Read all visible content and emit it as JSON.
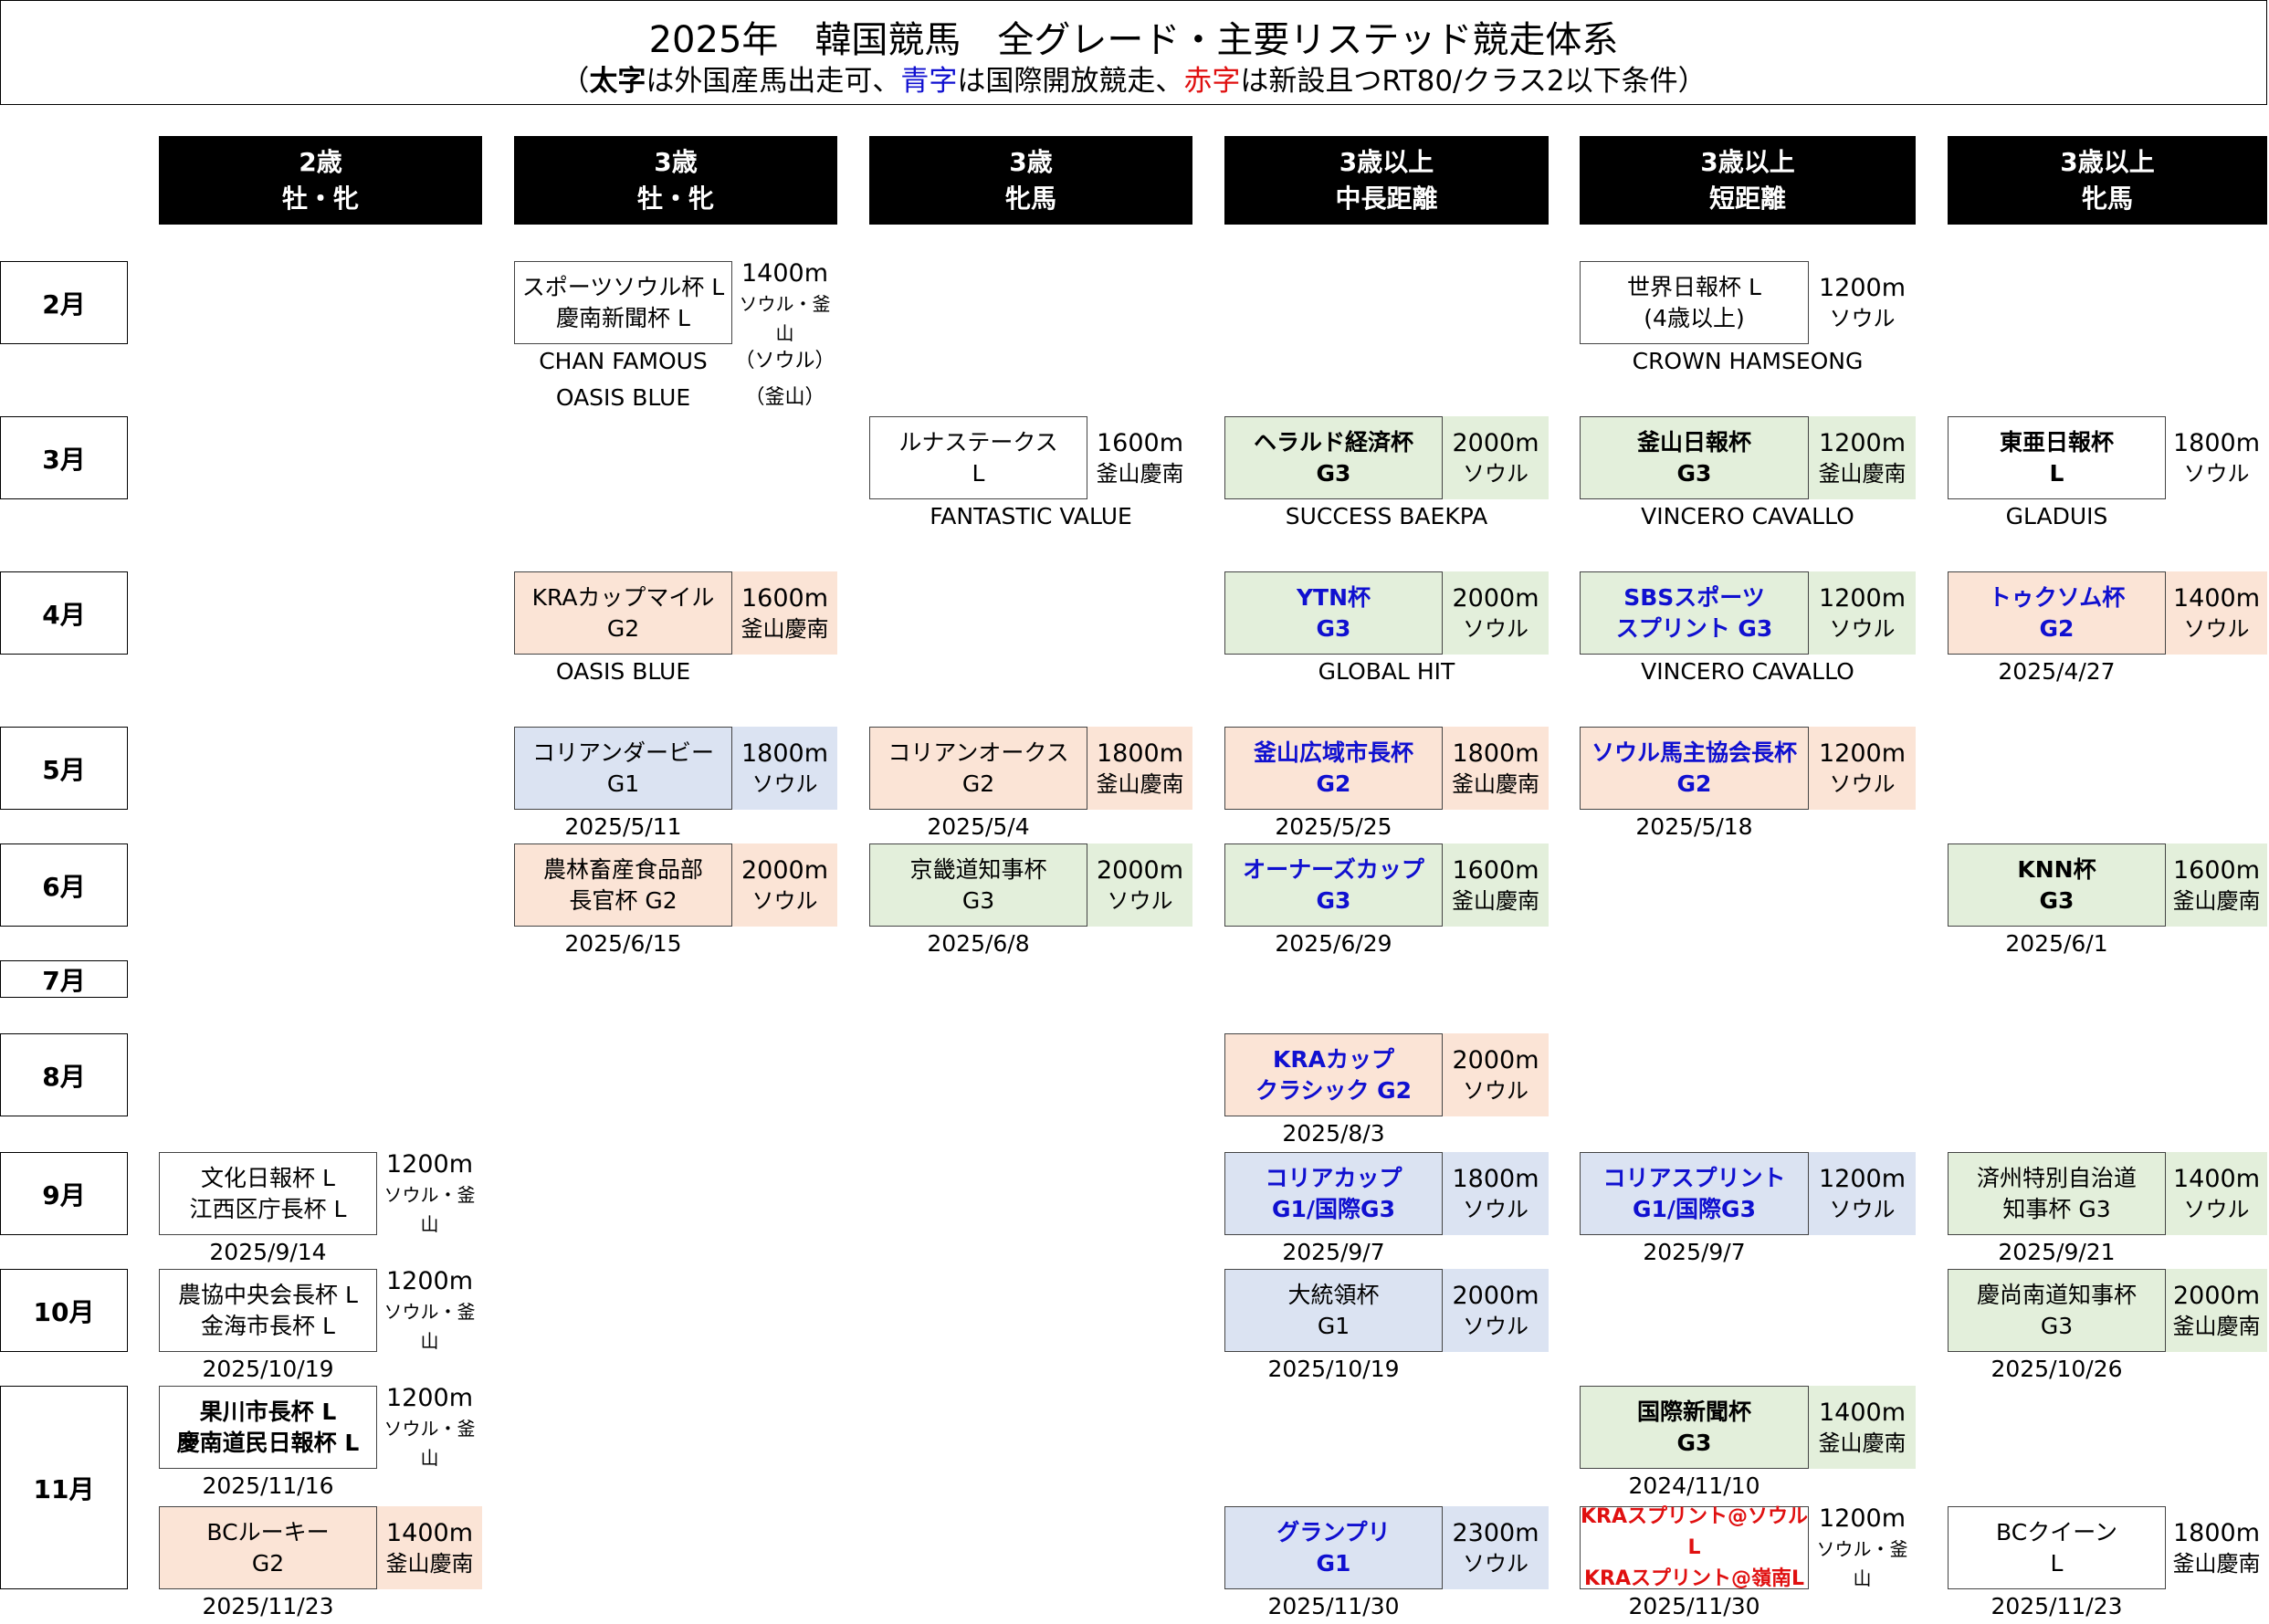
{
  "title": {
    "main": "2025年　韓国競馬　全グレード・主要リステッド競走体系",
    "sub_open": "（",
    "sub_bold": "太字",
    "sub_t1": "は外国産馬出走可、",
    "sub_blue": "青字",
    "sub_t2": "は国際開放競走、",
    "sub_red": "赤字",
    "sub_t3": "は新設且つRT80/クラス2以下条件）"
  },
  "columns": [
    {
      "l1": "2歳",
      "l2": "牡・牝"
    },
    {
      "l1": "3歳",
      "l2": "牡・牝"
    },
    {
      "l1": "3歳",
      "l2": "牝馬"
    },
    {
      "l1": "3歳以上",
      "l2": "中長距離"
    },
    {
      "l1": "3歳以上",
      "l2": "短距離"
    },
    {
      "l1": "3歳以上",
      "l2": "牝馬"
    }
  ],
  "months": [
    "2月",
    "3月",
    "4月",
    "5月",
    "6月",
    "7月",
    "8月",
    "9月",
    "10月",
    "11月"
  ],
  "races": [
    {
      "l1": "スポーツソウル杯 L",
      "l2": "慶南新聞杯 L",
      "d1": "1400m",
      "d2": "ソウル・釜山",
      "below": "",
      "color": "#ffffff"
    },
    {
      "l1": "世界日報杯 L",
      "l2": "(4歳以上)",
      "d1": "1200m",
      "d2": "ソウル",
      "below": "CROWN HAMSEONG",
      "color": "#ffffff"
    },
    {
      "l1": "ルナステークス",
      "l2": "L",
      "d1": "1600m",
      "d2": "釜山慶南",
      "below": "FANTASTIC VALUE",
      "color": "#ffffff"
    },
    {
      "l1": "ヘラルド経済杯",
      "l2": "G3",
      "d1": "2000m",
      "d2": "ソウル",
      "below": "SUCCESS BAEKPA",
      "color": "#e3efdb"
    },
    {
      "l1": "釜山日報杯",
      "l2": "G3",
      "d1": "1200m",
      "d2": "釜山慶南",
      "below": "VINCERO CAVALLO",
      "color": "#e3efdb"
    },
    {
      "l1": "東亜日報杯",
      "l2": "L",
      "d1": "1800m",
      "d2": "ソウル",
      "below": "GLADUIS",
      "color": "#ffffff"
    },
    {
      "l1": "KRAカップマイル",
      "l2": "G2",
      "d1": "1600m",
      "d2": "釜山慶南",
      "below": "OASIS BLUE",
      "color": "#fbe4d6"
    },
    {
      "l1": "YTN杯",
      "l2": "G3",
      "d1": "2000m",
      "d2": "ソウル",
      "below": "GLOBAL HIT",
      "color": "#e3efdb"
    },
    {
      "l1": "SBSスポーツ",
      "l2": "スプリント G3",
      "d1": "1200m",
      "d2": "ソウル",
      "below": "VINCERO CAVALLO",
      "color": "#e3efdb"
    },
    {
      "l1": "トゥクソム杯",
      "l2": "G2",
      "d1": "1400m",
      "d2": "ソウル",
      "below": "2025/4/27",
      "color": "#fbe4d6"
    },
    {
      "l1": "コリアンダービー",
      "l2": "G1",
      "d1": "1800m",
      "d2": "ソウル",
      "below": "2025/5/11",
      "color": "#dbe3f2"
    },
    {
      "l1": "コリアンオークス",
      "l2": "G2",
      "d1": "1800m",
      "d2": "釜山慶南",
      "below": "2025/5/4",
      "color": "#fbe4d6"
    },
    {
      "l1": "釜山広域市長杯",
      "l2": "G2",
      "d1": "1800m",
      "d2": "釜山慶南",
      "below": "2025/5/25",
      "color": "#fbe4d6"
    },
    {
      "l1": "ソウル馬主協会長杯",
      "l2": "G2",
      "d1": "1200m",
      "d2": "ソウル",
      "below": "2025/5/18",
      "color": "#fbe4d6"
    },
    {
      "l1": "農林畜産食品部",
      "l2": "長官杯 G2",
      "d1": "2000m",
      "d2": "ソウル",
      "below": "2025/6/15",
      "color": "#fbe4d6"
    },
    {
      "l1": "京畿道知事杯",
      "l2": "G3",
      "d1": "2000m",
      "d2": "ソウル",
      "below": "2025/6/8",
      "color": "#e3efdb"
    },
    {
      "l1": "オーナーズカップ",
      "l2": "G3",
      "d1": "1600m",
      "d2": "釜山慶南",
      "below": "2025/6/29",
      "color": "#e3efdb"
    },
    {
      "l1": "KNN杯",
      "l2": "G3",
      "d1": "1600m",
      "d2": "釜山慶南",
      "below": "2025/6/1",
      "color": "#e3efdb"
    },
    {
      "l1": "KRAカップ",
      "l2": "クラシック G2",
      "d1": "2000m",
      "d2": "ソウル",
      "below": "2025/8/3",
      "color": "#fbe4d6"
    },
    {
      "l1": "文化日報杯 L",
      "l2": "江西区庁長杯 L",
      "d1": "1200m",
      "d2": "ソウル・釜山",
      "below": "2025/9/14",
      "color": "#ffffff"
    },
    {
      "l1": "コリアカップ",
      "l2": "G1/国際G3",
      "d1": "1800m",
      "d2": "ソウル",
      "below": "2025/9/7",
      "color": "#dbe3f2"
    },
    {
      "l1": "コリアスプリント",
      "l2": "G1/国際G3",
      "d1": "1200m",
      "d2": "ソウル",
      "below": "2025/9/7",
      "color": "#dbe3f2"
    },
    {
      "l1": "済州特別自治道",
      "l2": "知事杯 G3",
      "d1": "1400m",
      "d2": "ソウル",
      "below": "2025/9/21",
      "color": "#e3efdb"
    },
    {
      "l1": "農協中央会長杯 L",
      "l2": "金海市長杯 L",
      "d1": "1200m",
      "d2": "ソウル・釜山",
      "below": "2025/10/19",
      "color": "#ffffff"
    },
    {
      "l1": "大統領杯",
      "l2": "G1",
      "d1": "2000m",
      "d2": "ソウル",
      "below": "2025/10/19",
      "color": "#dbe3f2"
    },
    {
      "l1": "慶尚南道知事杯",
      "l2": "G3",
      "d1": "2000m",
      "d2": "釜山慶南",
      "below": "2025/10/26",
      "color": "#e3efdb"
    },
    {
      "l1": "果川市長杯 L",
      "l2": "慶南道民日報杯 L",
      "d1": "1200m",
      "d2": "ソウル・釜山",
      "below": "2025/11/16",
      "color": "#ffffff"
    },
    {
      "l1": "国際新聞杯",
      "l2": "G3",
      "d1": "1400m",
      "d2": "釜山慶南",
      "below": "2024/11/10",
      "color": "#e3efdb"
    },
    {
      "l1": "BCルーキー",
      "l2": "G2",
      "d1": "1400m",
      "d2": "釜山慶南",
      "below": "2025/11/23",
      "color": "#fbe4d6"
    },
    {
      "l1": "グランプリ",
      "l2": "G1",
      "d1": "2300m",
      "d2": "ソウル",
      "below": "2025/11/30",
      "color": "#dbe3f2"
    },
    {
      "l1": "KRAスプリント@ソウルL",
      "l2": "KRAスプリント@嶺南L",
      "d1": "1200m",
      "d2": "ソウル・釜山",
      "below": "2025/11/30",
      "color": "#ffffff"
    },
    {
      "l1": "BCクイーン",
      "l2": "L",
      "d1": "1800m",
      "d2": "釜山慶南",
      "below": "2025/11/23",
      "color": "#ffffff"
    }
  ],
  "feb_extra": {
    "w1": "CHAN FAMOUS",
    "v1": "（ソウル）",
    "w2": "OASIS BLUE",
    "v2": "（釜山）"
  }
}
